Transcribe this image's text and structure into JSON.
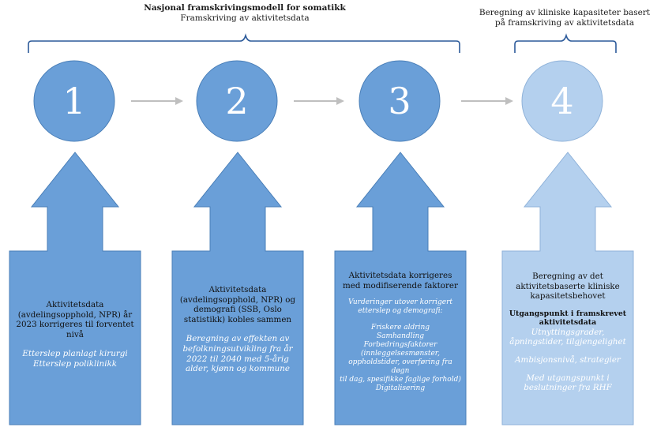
{
  "header_left": {
    "title": "Nasjonal framskrivingsmodell for somatikk",
    "subtitle": "Framskriving av aktivitetsdata"
  },
  "header_right": {
    "line1": "Beregning av kliniske kapasiteter basert",
    "line2": "på framskriving av aktivitetsdata"
  },
  "steps": [
    {
      "number": "1"
    },
    {
      "number": "2"
    },
    {
      "number": "3"
    },
    {
      "number": "4"
    }
  ],
  "panels": {
    "p1": {
      "main": [
        "Aktivitetsdata",
        "(avdelingsopphold, NPR) år",
        "2023 korrigeres til forventet",
        "nivå"
      ],
      "italic": [
        "Etterslep planlagt kirurgi",
        "Etterslep poliklinikk"
      ]
    },
    "p2": {
      "main": [
        "Aktivitetsdata",
        "(avdelingsopphold, NPR) og",
        "demografi (SSB, Oslo",
        "statistikk) kobles sammen"
      ],
      "italic": [
        "Beregning av effekten av",
        "befolkningsutvikling fra år",
        "2022 til 2040 med 5-årig",
        "alder, kjønn og kommune"
      ]
    },
    "p3": {
      "main": [
        "Aktivitetsdata korrigeres",
        "med modifiserende faktorer"
      ],
      "italic_intro": [
        "Vurderinger utover korrigert",
        "etterslep og demografi:"
      ],
      "italic_list": [
        "Friskere aldring",
        "Samhandling",
        "Forbedringsfaktorer",
        "(innleggelsesmønster,",
        "oppholdstider, overføring fra døgn",
        "til dag, spesifikke faglige forhold)",
        "Digitalisering"
      ]
    },
    "p4": {
      "main": [
        "Beregning av det",
        "aktivitetsbaserte kliniske",
        "kapasitetsbehovet"
      ],
      "bold": [
        "Utgangspunkt i framskrevet",
        "aktivitetsdata"
      ],
      "italic1": [
        "Utnyttingsgrader,",
        "åpningstider, tilgjengelighet"
      ],
      "italic2": [
        "Ambisjonsnivå, strategier"
      ],
      "italic3": [
        "Med utgangspunkt i",
        "beslutninger fra RHF"
      ]
    }
  },
  "colors": {
    "blue": "#6a9fd8",
    "blue_border": "#4a7fb8",
    "light_blue": "#b4d0ee",
    "light_border": "#8fb2d9",
    "brace": "#2c5a9a",
    "arrow_gray": "#bfbfbf"
  }
}
